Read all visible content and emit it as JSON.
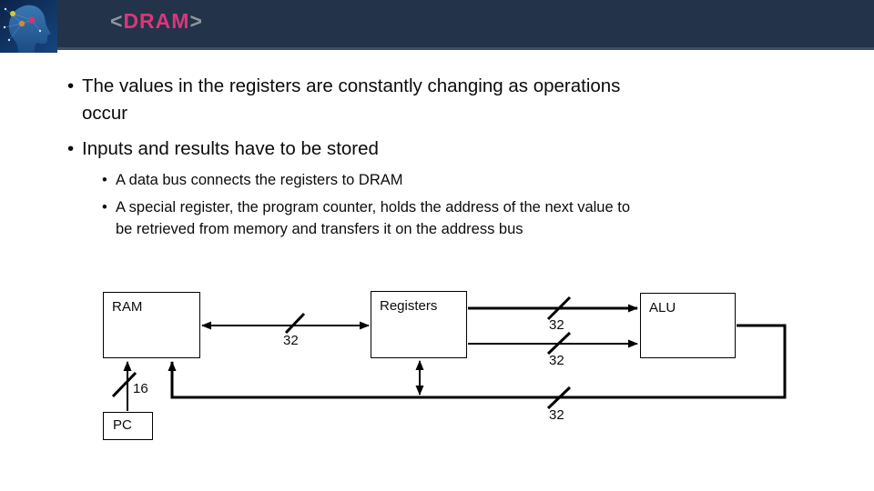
{
  "header": {
    "bracket_open": "<",
    "title": "DRAM",
    "bracket_close": ">",
    "logo_icon": "ai-head-logo",
    "colors": {
      "bar": "#233349",
      "accent_line": "#3e4d6e",
      "title_text": "#d9377a",
      "title_brackets": "#90959c"
    }
  },
  "bullets": {
    "marker": "•",
    "level1": [
      {
        "text": "The values in the registers are constantly changing as operations\noccur"
      },
      {
        "text": "Inputs and results have to be stored"
      }
    ],
    "level2": [
      {
        "text": "A data bus connects the registers to DRAM"
      },
      {
        "text": "A special register, the program counter, holds the address of the next value to\nbe retrieved from memory and transfers it on the address bus"
      }
    ]
  },
  "diagram": {
    "boxes": {
      "ram": "RAM",
      "registers": "Registers",
      "alu": "ALU",
      "pc": "PC"
    },
    "bus_labels": {
      "ram_registers": "32",
      "registers_alu_top": "32",
      "registers_alu_bottom": "32",
      "feedback_bus": "32",
      "pc_ram": "16"
    },
    "connections": [
      "RAM <-> Registers data bus (32)",
      "Registers -> ALU operand A (32)",
      "Registers -> ALU operand B (32)",
      "ALU -> feedback bus -> RAM and Registers (32)",
      "PC -> RAM address bus (16)"
    ]
  }
}
